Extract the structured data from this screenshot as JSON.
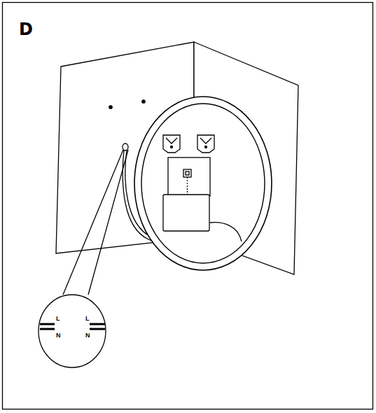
{
  "diagram": {
    "title": "D",
    "labels": [
      "L",
      "N",
      "L",
      "N"
    ]
  }
}
